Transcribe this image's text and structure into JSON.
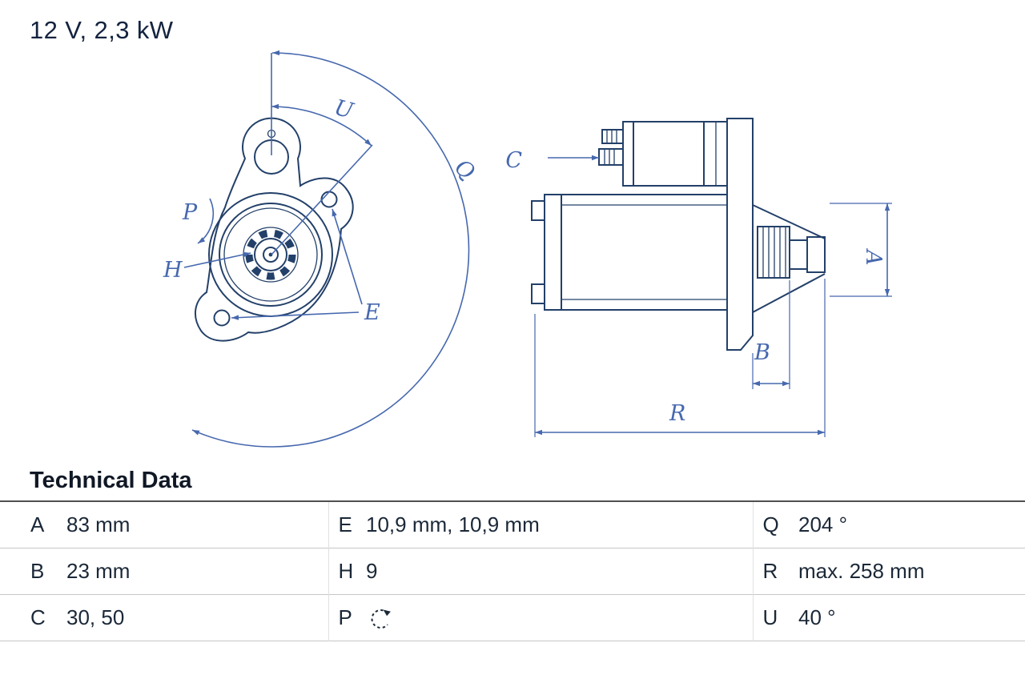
{
  "title": "12 V, 2,3 kW",
  "colors": {
    "drawing_line": "#234069",
    "dimension_line": "#4668ae",
    "text": "#1b2838",
    "table_border": "#c6c6c6",
    "background": "#ffffff"
  },
  "technical_data": {
    "heading": "Technical Data",
    "rows": [
      {
        "cells": [
          {
            "key": "A",
            "value": "83 mm"
          },
          {
            "key": "E",
            "value": "10,9 mm, 10,9 mm"
          },
          {
            "key": "Q",
            "value": "204 °"
          }
        ]
      },
      {
        "cells": [
          {
            "key": "B",
            "value": "23 mm"
          },
          {
            "key": "H",
            "value": "9"
          },
          {
            "key": "R",
            "value": "max. 258 mm"
          }
        ]
      },
      {
        "cells": [
          {
            "key": "C",
            "value": "30, 50"
          },
          {
            "key": "P",
            "value": "",
            "icon": "rotation-ccw-icon"
          },
          {
            "key": "U",
            "value": "40 °"
          }
        ]
      }
    ]
  },
  "drawing": {
    "front_view": {
      "labels": {
        "U": "U",
        "Q": "Q",
        "P": "P",
        "H": "H",
        "E": "E"
      }
    },
    "side_view": {
      "labels": {
        "C": "C",
        "A": "A",
        "B": "B",
        "R": "R"
      }
    }
  }
}
